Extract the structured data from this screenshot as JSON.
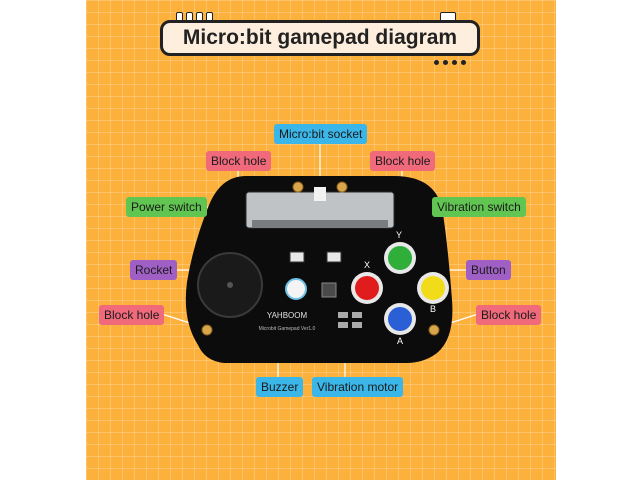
{
  "title": "Micro:bit gamepad diagram",
  "board_brand": "YAHBOOM",
  "board_model": "Microbit Gamepad Ver1.0",
  "labels": {
    "microbit_socket": "Micro:bit socket",
    "block_hole_top_left": "Block hole",
    "block_hole_top_right": "Block hole",
    "power_switch": "Power switch",
    "vibration_switch": "Vibration switch",
    "rocket": "Rocket",
    "button": "Button",
    "block_hole_left": "Block hole",
    "block_hole_right": "Block hole",
    "buzzer": "Buzzer",
    "vibration_motor": "Vibration motor"
  },
  "button_letters": {
    "y": "Y",
    "x": "X",
    "b": "B",
    "a": "A"
  },
  "colors": {
    "background": "#fcb13c",
    "board": "#0c0c0c",
    "block_hole_label": "#f06a7c",
    "switch_label": "#61c552",
    "rocket_button_label": "#a05fc5",
    "socket_buzzer_label": "#3ab6e8",
    "button_y": "#2fae3a",
    "button_x": "#e01c1c",
    "button_b": "#f2dc1a",
    "button_a": "#2a5fd6"
  }
}
